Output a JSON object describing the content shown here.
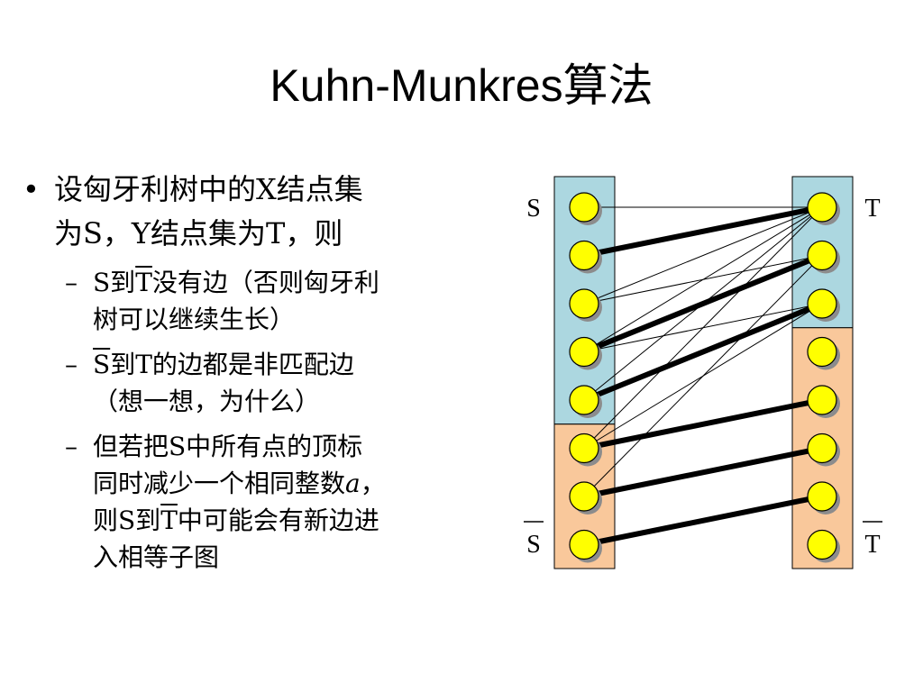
{
  "title": "Kuhn-Munkres算法",
  "bullet_glyph": "•",
  "dash_glyph": "–",
  "main_point": {
    "line1": "设匈牙利树中的X结点集",
    "line2": "为S，Y结点集为T，则"
  },
  "sub_points": [
    {
      "s1": "S到",
      "s2": "T",
      "s3": "没有边（否则匈牙利",
      "line2": "树可以继续生长）"
    },
    {
      "s1": "S",
      "s2": "到T的边都是非匹配边",
      "line2": "（想一想，为什么）"
    },
    {
      "line1": "但若把S中所有点的顶标",
      "l2a": "同时减少一个相同整数",
      "l2b": "a",
      "l2c": "，",
      "l3a": "则S到",
      "l3b": "T",
      "l3c": "中可能会有新边进",
      "line4": "入相等子图"
    }
  ],
  "diagram": {
    "labels": {
      "s": "S",
      "t": "T",
      "s_bar": "S",
      "t_bar": "T"
    },
    "colors": {
      "set_blue": "#acd7e0",
      "set_orange": "#f9c89b",
      "node_fill": "#ffff00",
      "node_shadow": "#8c8c8c",
      "edge": "#000000"
    },
    "left_node_count": 8,
    "right_node_count": 8,
    "left_in_s": 5,
    "right_in_t": 3,
    "thin_edges": [
      [
        0,
        0
      ],
      [
        2,
        0
      ],
      [
        2,
        1
      ],
      [
        3,
        0
      ],
      [
        3,
        2
      ],
      [
        4,
        0
      ],
      [
        5,
        0
      ],
      [
        5,
        2
      ],
      [
        6,
        1
      ]
    ],
    "thick_edges": [
      [
        1,
        0
      ],
      [
        3,
        1
      ],
      [
        4,
        2
      ],
      [
        5,
        4
      ],
      [
        6,
        5
      ],
      [
        7,
        6
      ]
    ]
  }
}
